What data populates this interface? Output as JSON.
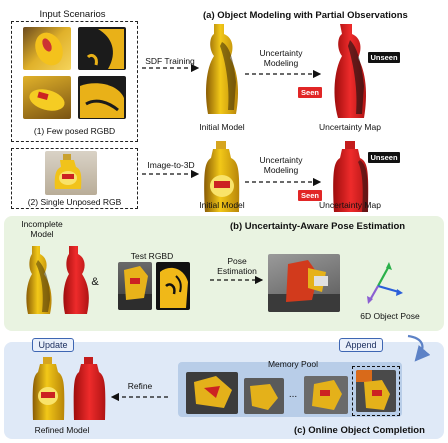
{
  "panel_a": {
    "input_scenarios_label": "Input Scenarios",
    "title": "(a) Object Modeling with Partial Observations",
    "few_posed_label": "(1) Few posed RGBD",
    "single_unposed_label": "(2) Single Unposed RGB",
    "sdf_training_label": "SDF Training",
    "image_to_3d_label": "Image-to-3D",
    "uncertainty_modeling_label_1": "Uncertainty\nModeling",
    "uncertainty_modeling_label_2": "Uncertainty\nModeling",
    "initial_model_label_1": "Initial Model",
    "initial_model_label_2": "Initial Model",
    "uncertainty_map_label_1": "Uncertainty Map",
    "uncertainty_map_label_2": "Uncertainty Map",
    "seen_badge_1": "Seen",
    "unseen_badge_1": "Unseen",
    "seen_badge_2": "Seen",
    "unseen_badge_2": "Unseen"
  },
  "panel_b": {
    "title": "(b) Uncertainty-Aware Pose Estimation",
    "incomplete_model_label": "Incomplete\nModel",
    "ampersand": "&",
    "test_rgbd_label": "Test RGBD",
    "pose_estimation_label": "Pose\nEstimation",
    "object_pose_label": "6D Object Pose"
  },
  "panel_c": {
    "title": "(c) Online Object Completion",
    "update_label": "Update",
    "append_label": "Append",
    "memory_pool_label": "Memory Pool",
    "ellipsis": "...",
    "refine_label": "Refine",
    "refined_model_label": "Refined Model"
  },
  "colors": {
    "mustard_yellow": "#e5b614",
    "seen_red": "#e12626",
    "unseen_black": "#111111",
    "panel_b_bg": "#e9f3e1",
    "panel_c_bg": "#dfe9f7",
    "memory_pool_bg": "#b8cde8",
    "accent_blue": "#3e66b3"
  }
}
